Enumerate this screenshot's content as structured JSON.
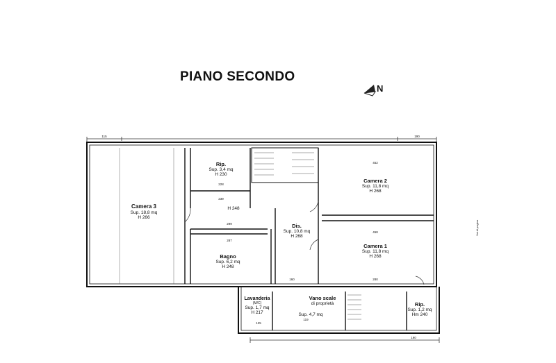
{
  "title": "PIANO SECONDO",
  "north_label": "N",
  "rooms": [
    {
      "name": "Camera 3",
      "sup": "Sup. 18,8 mq",
      "h": "H 266"
    },
    {
      "name": "Rip.",
      "sup": "Sup. 3,4 mq",
      "h": "H 230"
    },
    {
      "name": "Camera 2",
      "sup": "Sup. 11,8 mq",
      "h": "H 268"
    },
    {
      "name": "Dis.",
      "sup": "Sup. 10,8 mq",
      "h": "H 268"
    },
    {
      "name": "Camera 1",
      "sup": "Sup. 11,8 mq",
      "h": "H 268"
    },
    {
      "name": "Bagno",
      "sup": "Sup. 6,2 mq",
      "h": "H 248"
    },
    {
      "name": "Lavanderia",
      "note": "(M/C)",
      "sup": "Sup. 1,7 mq",
      "h": "H 217"
    },
    {
      "name": "Vano scale",
      "note": "di proprietà",
      "sup": "Sup. 4,7 mq"
    },
    {
      "name": "Rip.",
      "sup": "Sup. 1,2 mq",
      "h": "Hm 240"
    }
  ],
  "extra_labels": {
    "h248_corridor": "H 248"
  },
  "dimensions": {
    "d115": "115",
    "d190_top": "190",
    "d190_bottom": "190",
    "d452": "452",
    "d458": "458",
    "d228": "228",
    "d239": "239",
    "d299": "299",
    "d287": "287",
    "d160": "160",
    "d125": "125",
    "d119": "119",
    "d280": "280"
  },
  "side_note": "Vat.di pagina"
}
